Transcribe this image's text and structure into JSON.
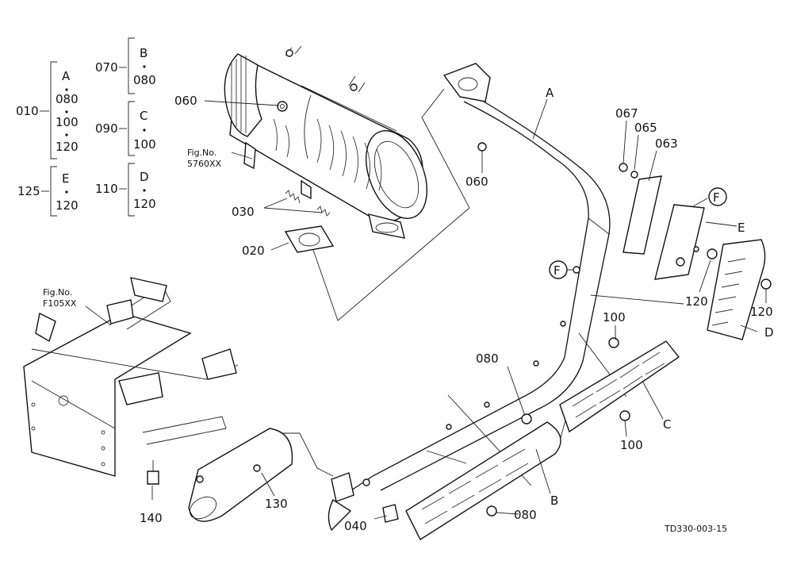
{
  "legend": [
    {
      "code": "010",
      "items": [
        "A",
        "080",
        "100",
        "120"
      ]
    },
    {
      "code": "070",
      "items": [
        "B",
        "080"
      ]
    },
    {
      "code": "090",
      "items": [
        "C",
        "100"
      ]
    },
    {
      "code": "110",
      "items": [
        "D",
        "120"
      ]
    },
    {
      "code": "125",
      "items": [
        "E",
        "120"
      ]
    }
  ],
  "refs": {
    "muffler": {
      "line1": "Fig.No.",
      "line2": "5760XX"
    },
    "frame": {
      "line1": "Fig.No.",
      "line2": "F105XX"
    }
  },
  "callouts": {
    "c060a": "060",
    "c030": "030",
    "c020": "020",
    "c060b": "060",
    "cA": "A",
    "c067": "067",
    "c065": "065",
    "c063": "063",
    "cF1": "F",
    "cF2": "F",
    "cE": "E",
    "c120a": "120",
    "c120b": "120",
    "cD": "D",
    "c100a": "100",
    "c080a": "080",
    "cC": "C",
    "c100b": "100",
    "cB": "B",
    "c080b": "080",
    "c040": "040",
    "c130": "130",
    "c140": "140"
  },
  "drawing_id": "TD330-003-15"
}
